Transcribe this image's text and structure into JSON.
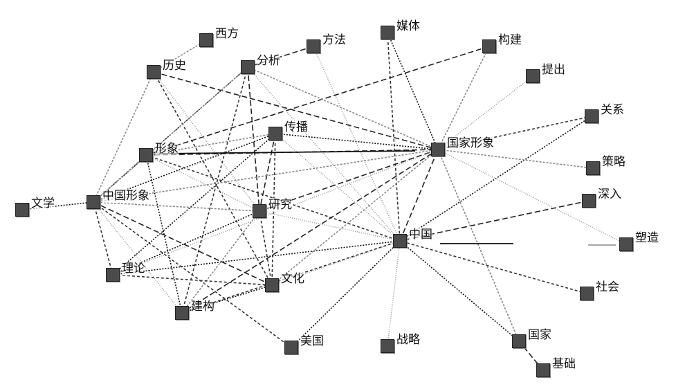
{
  "title": "关键词共现网络",
  "nodes": [
    {
      "id": "xifang",
      "label": "西方"
    },
    {
      "id": "fangfa",
      "label": "方法"
    },
    {
      "id": "meiti",
      "label": "媒体"
    },
    {
      "id": "goujian",
      "label": "构建"
    },
    {
      "id": "lishi",
      "label": "历史"
    },
    {
      "id": "fenxi",
      "label": "分析"
    },
    {
      "id": "tichu",
      "label": "提出"
    },
    {
      "id": "chuanbo",
      "label": "传播"
    },
    {
      "id": "guanxi",
      "label": "关系"
    },
    {
      "id": "guojiaxingxiang",
      "label": "国家形象"
    },
    {
      "id": "celue",
      "label": "策略"
    },
    {
      "id": "xingxiang",
      "label": "形象"
    },
    {
      "id": "wenxue",
      "label": "文学"
    },
    {
      "id": "zhongguoxingxiang",
      "label": "中国形象"
    },
    {
      "id": "yanjiu",
      "label": "研究"
    },
    {
      "id": "shenru",
      "label": "深入"
    },
    {
      "id": "zhongguo",
      "label": "中国"
    },
    {
      "id": "suzao",
      "label": "塑造"
    },
    {
      "id": "lilun",
      "label": "理论"
    },
    {
      "id": "wenhua",
      "label": "文化"
    },
    {
      "id": "shehui",
      "label": "社会"
    },
    {
      "id": "jiangou",
      "label": "建构"
    },
    {
      "id": "meiguo",
      "label": "美国"
    },
    {
      "id": "zhanlue",
      "label": "战略"
    },
    {
      "id": "guojia",
      "label": "国家"
    },
    {
      "id": "jichu",
      "label": "基础"
    }
  ],
  "edges": [
    [
      "wenxue",
      "zhongguoxingxiang"
    ],
    [
      "xifang",
      "lishi"
    ],
    [
      "fangfa",
      "fenxi"
    ],
    [
      "fangfa",
      "zhongguo"
    ],
    [
      "meiti",
      "zhongguo"
    ],
    [
      "meiti",
      "guojiaxingxiang"
    ],
    [
      "goujian",
      "guojiaxingxiang"
    ],
    [
      "goujian",
      "xingxiang"
    ],
    [
      "tichu",
      "guojiaxingxiang"
    ],
    [
      "guanxi",
      "guojiaxingxiang"
    ],
    [
      "guanxi",
      "zhongguo"
    ],
    [
      "celue",
      "guojiaxingxiang"
    ],
    [
      "shenru",
      "zhongguo"
    ],
    [
      "suzao",
      "guojiaxingxiang"
    ],
    [
      "shehui",
      "zhongguo"
    ],
    [
      "guojia",
      "zhongguo"
    ],
    [
      "guojia",
      "guojiaxingxiang"
    ],
    [
      "jichu",
      "guojia"
    ],
    [
      "zhanlue",
      "zhongguo"
    ],
    [
      "meiguo",
      "zhongguoxingxiang"
    ],
    [
      "meiguo",
      "zhongguo"
    ],
    [
      "lishi",
      "zhongguoxingxiang"
    ],
    [
      "lishi",
      "guojiaxingxiang"
    ],
    [
      "lishi",
      "yanjiu"
    ],
    [
      "lishi",
      "wenhua"
    ],
    [
      "fenxi",
      "zhongguoxingxiang"
    ],
    [
      "fenxi",
      "guojiaxingxiang"
    ],
    [
      "fenxi",
      "yanjiu"
    ],
    [
      "fenxi",
      "zhongguo"
    ],
    [
      "fenxi",
      "jiangou"
    ],
    [
      "chuanbo",
      "guojiaxingxiang"
    ],
    [
      "chuanbo",
      "xingxiang"
    ],
    [
      "chuanbo",
      "yanjiu"
    ],
    [
      "chuanbo",
      "zhongguo"
    ],
    [
      "chuanbo",
      "wenhua"
    ],
    [
      "chuanbo",
      "lilun"
    ],
    [
      "xingxiang",
      "zhongguoxingxiang"
    ],
    [
      "xingxiang",
      "guojiaxingxiang"
    ],
    [
      "xingxiang",
      "yanjiu"
    ],
    [
      "xingxiang",
      "zhongguo"
    ],
    [
      "xingxiang",
      "jiangou"
    ],
    [
      "zhongguoxingxiang",
      "yanjiu"
    ],
    [
      "zhongguoxingxiang",
      "wenhua"
    ],
    [
      "zhongguoxingxiang",
      "jiangou"
    ],
    [
      "zhongguoxingxiang",
      "lilun"
    ],
    [
      "zhongguoxingxiang",
      "chuanbo"
    ],
    [
      "zhongguoxingxiang",
      "fenxi"
    ],
    [
      "yanjiu",
      "guojiaxingxiang"
    ],
    [
      "yanjiu",
      "zhongguo"
    ],
    [
      "yanjiu",
      "wenhua"
    ],
    [
      "yanjiu",
      "lilun"
    ],
    [
      "yanjiu",
      "jiangou"
    ],
    [
      "zhongguo",
      "guojiaxingxiang"
    ],
    [
      "zhongguo",
      "wenhua"
    ],
    [
      "zhongguo",
      "jiangou"
    ],
    [
      "zhongguo",
      "lilun"
    ],
    [
      "wenhua",
      "guojiaxingxiang"
    ],
    [
      "jiangou",
      "guojiaxingxiang"
    ],
    [
      "lilun",
      "guojiaxingxiang"
    ],
    [
      "lilun",
      "wenhua"
    ],
    [
      "jiangou",
      "wenhua"
    ],
    [
      "guojiaxingxiang",
      "zhongguoxingxiang"
    ]
  ]
}
